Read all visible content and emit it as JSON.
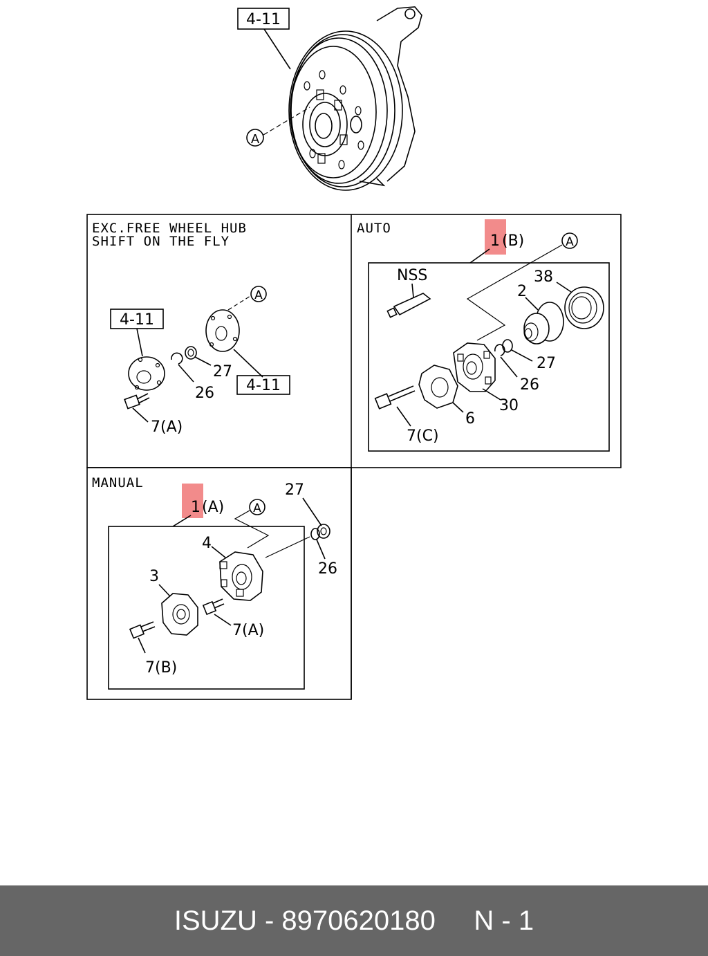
{
  "top": {
    "ref_box": "4-11",
    "callout": "A"
  },
  "panel_exc": {
    "title_line1": "EXC.FREE WHEEL HUB",
    "title_line2": "SHIFT ON THE FLY",
    "ref_box_1": "4-11",
    "ref_box_2": "4-11",
    "callout": "A",
    "labels": {
      "p27": "27",
      "p26": "26",
      "p7a": "7(A)"
    }
  },
  "panel_auto": {
    "title": "AUTO",
    "assembly_num": "1",
    "assembly_suffix": "(B)",
    "callout": "A",
    "labels": {
      "nss": "NSS",
      "p38": "38",
      "p2": "2",
      "p27": "27",
      "p26": "26",
      "p30": "30",
      "p6": "6",
      "p7c": "7(C)"
    }
  },
  "panel_manual": {
    "title": "MANUAL",
    "assembly_num": "1",
    "assembly_suffix": "(A)",
    "callout": "A",
    "labels": {
      "p27": "27",
      "p4": "4",
      "p3": "3",
      "p26": "26",
      "p7a": "7(A)",
      "p7b": "7(B)"
    }
  },
  "highlight_color": "#f28b8b",
  "footer": {
    "text": "ISUZU - 8970620180     N - 1"
  }
}
